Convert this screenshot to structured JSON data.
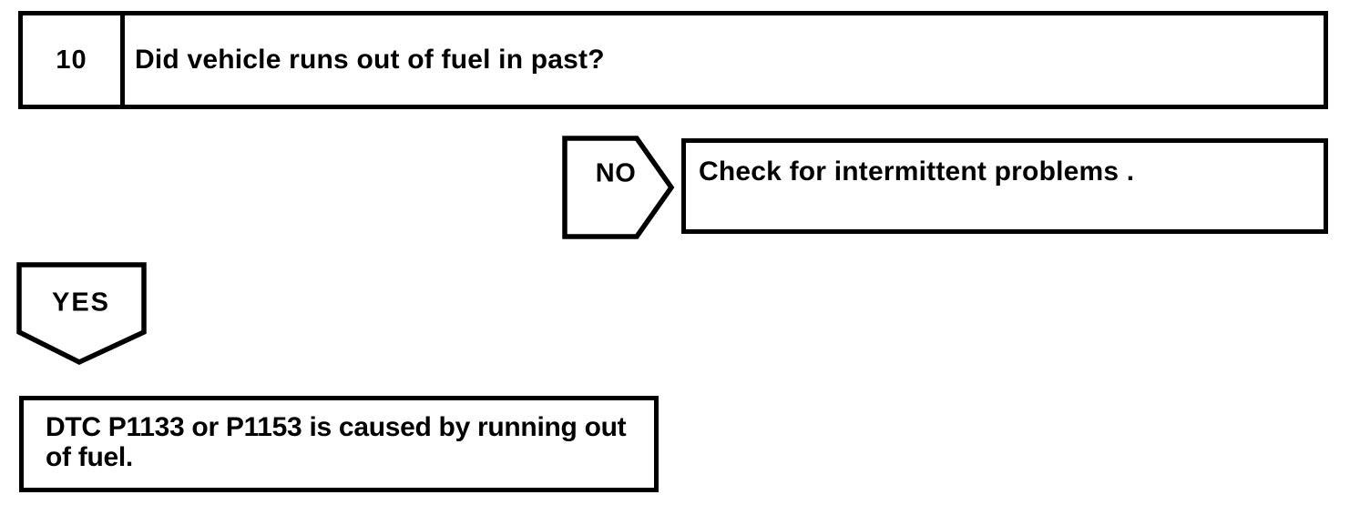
{
  "page": {
    "background_color": "#ffffff",
    "ink_color": "#000000"
  },
  "flowchart": {
    "step_box": {
      "number": "10",
      "question": "Did vehicle runs out of fuel in past?"
    },
    "no_branch": {
      "label": "NO",
      "action_text": "Check for intermittent problems ."
    },
    "yes_branch": {
      "label": "YES",
      "result_lines": [
        "DTC P1133 or P1153 is caused by running out",
        "of fuel."
      ]
    }
  }
}
